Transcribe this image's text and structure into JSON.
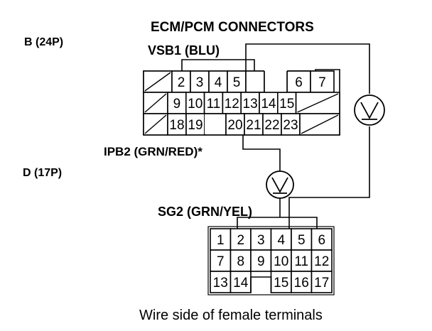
{
  "title": "ECM/PCM CONNECTORS",
  "connector_b": {
    "label": "B (24P)",
    "top_row": [
      "",
      "2",
      "3",
      "4",
      "5",
      "",
      "6",
      "7"
    ],
    "mid_row": [
      "",
      "9",
      "10",
      "11",
      "12",
      "13",
      "14",
      "15",
      ""
    ],
    "bot_row": [
      "",
      "18",
      "19",
      "",
      "20",
      "21",
      "22",
      "23",
      ""
    ]
  },
  "connector_d": {
    "label": "D (17P)",
    "rows": [
      [
        "1",
        "2",
        "3",
        "4",
        "5",
        "6"
      ],
      [
        "7",
        "8",
        "9",
        "10",
        "11",
        "12"
      ],
      [
        "13",
        "14",
        "",
        "15",
        "16",
        "17"
      ]
    ]
  },
  "wires": {
    "vsb1": "VSB1 (BLU)",
    "ipb2": "IPB2 (GRN/RED)*",
    "sg2": "SG2 (GRN/YEL)"
  },
  "meters": [
    {
      "name": "voltmeter-right",
      "symbol": "V"
    },
    {
      "name": "voltmeter-center",
      "symbol": "V"
    }
  ],
  "caption": "Wire side of female terminals"
}
